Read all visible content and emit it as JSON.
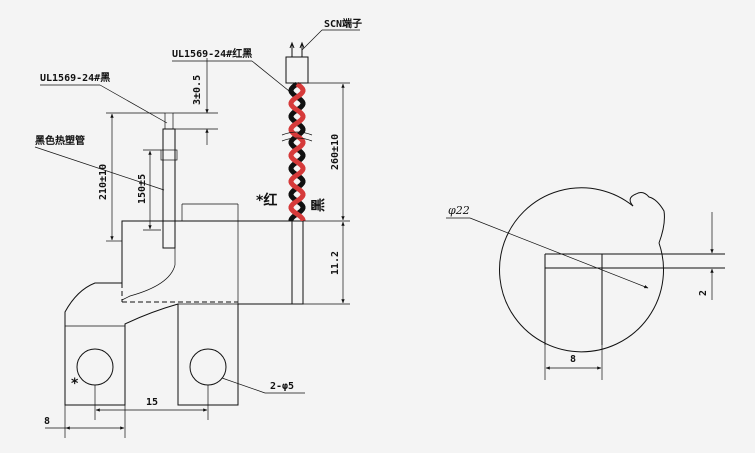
{
  "labels": {
    "scn_terminal": "SCN端子",
    "wire_red_black": "UL1569-24#红黑",
    "wire_black": "UL1569-24#黑",
    "heat_shrink": "黑色热塑管",
    "mark_red": "*红",
    "mark_black": "黑",
    "hole_callout": "2-φ5",
    "asterisk": "*"
  },
  "dimensions": {
    "d_3": "3±0.5",
    "d_210": "210±10",
    "d_150": "150±5",
    "d_260": "260±10",
    "d_11_2": "11.2",
    "d_15": "15",
    "d_8_left": "8",
    "d_phi22": "φ22",
    "d_2": "2",
    "d_8_right": "8"
  },
  "colors": {
    "line": "#111111",
    "wire_red": "#d63a3a",
    "wire_black": "#111111",
    "background": "#f4f4f4"
  }
}
